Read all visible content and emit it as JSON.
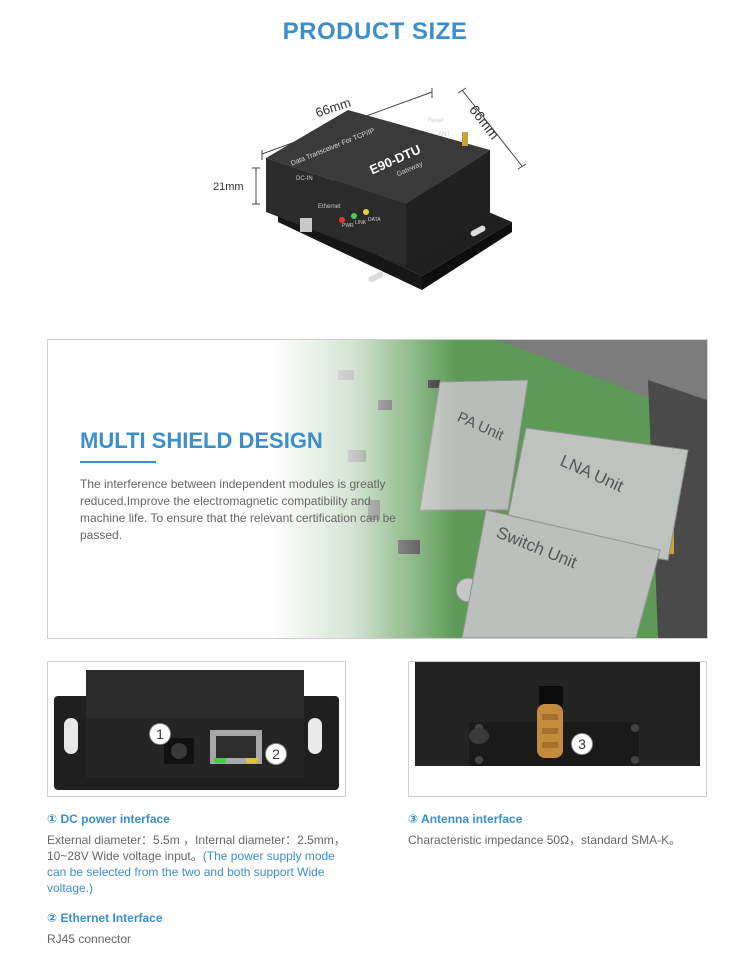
{
  "page": {
    "title": "PRODUCT SIZE"
  },
  "device": {
    "label_top": "Data Transceiver For TCP/IP",
    "brand": "E90-DTU",
    "sub": "Gateway",
    "dcin": "DC-IN",
    "ethernet": "Ethernet",
    "reset": "Reset",
    "ant": "ANT",
    "leds": [
      "PWR",
      "LINK",
      "DATA"
    ],
    "led_colors": [
      "#e23a2e",
      "#4cc84a",
      "#e6d23a"
    ]
  },
  "dimensions": {
    "width": "66mm",
    "depth": "66mm",
    "height": "21mm"
  },
  "shield": {
    "title": "MULTI SHIELD DESIGN",
    "description": "The interference between independent modules is greatly reduced.Improve the electromagnetic compatibility and machine life. To ensure that the relevant certification can be passed.",
    "units": [
      "PA Unit",
      "LNA Unit",
      "Switch Unit"
    ]
  },
  "markers": [
    "1",
    "2",
    "3"
  ],
  "interfaces": {
    "dc": {
      "title": "① DC power interface",
      "text_plain": "External diameter：5.5m ，Internal diameter：2.5mm，10~28V Wide voltage input。",
      "text_note": "(The power supply mode can be selected from the two and both support Wide voltage.)"
    },
    "ethernet": {
      "title": "② Ethernet Interface",
      "text": "RJ45 connector"
    },
    "antenna": {
      "title": "③ Antenna interface",
      "text": "Characteristic impedance 50Ω，standard SMA-K。"
    }
  },
  "colors": {
    "accent": "#3d8fcb",
    "board": "#4f8f4c",
    "case": "#2b2b2b"
  }
}
